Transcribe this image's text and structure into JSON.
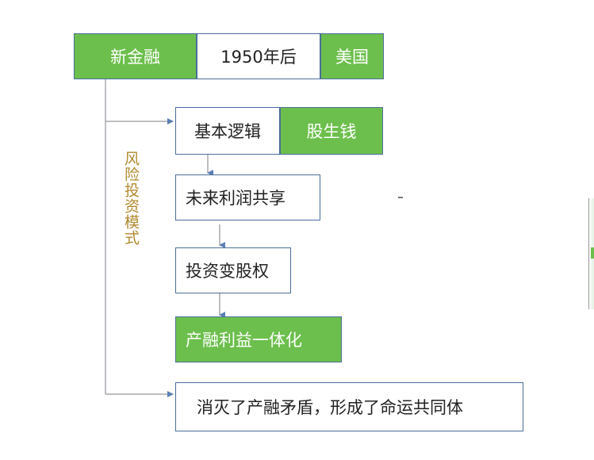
{
  "header": {
    "field": "新金融",
    "period": "1950年后",
    "region": "美国"
  },
  "side_label": "风险投资模式",
  "logic": {
    "label": "基本逻辑",
    "value": "股生钱"
  },
  "steps": [
    "未来利润共享",
    "投资变股权",
    "产融利益一体化"
  ],
  "conclusion": "消灭了产融矛盾，形成了命运共同体",
  "colors": {
    "green": "#6cbf4c",
    "border": "#4a6e9c",
    "side_label": "#b08a2e",
    "connector": "#a7a9ad",
    "arrow": "#5b7fb5"
  }
}
